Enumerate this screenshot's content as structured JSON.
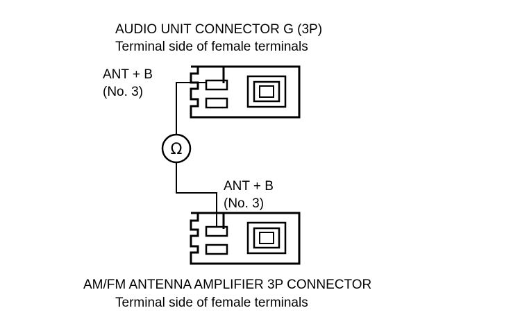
{
  "top_connector": {
    "title": "AUDIO UNIT CONNECTOR G (3P)",
    "subtitle": "Terminal side of female terminals",
    "pin_label": "ANT  + B",
    "pin_number": "(No. 3)"
  },
  "bottom_connector": {
    "title": "AM/FM ANTENNA AMPLIFIER 3P CONNECTOR",
    "subtitle": "Terminal side of female terminals",
    "pin_label": "ANT  + B",
    "pin_number": "(No. 3)"
  },
  "meter": {
    "symbol": "Ω"
  }
}
